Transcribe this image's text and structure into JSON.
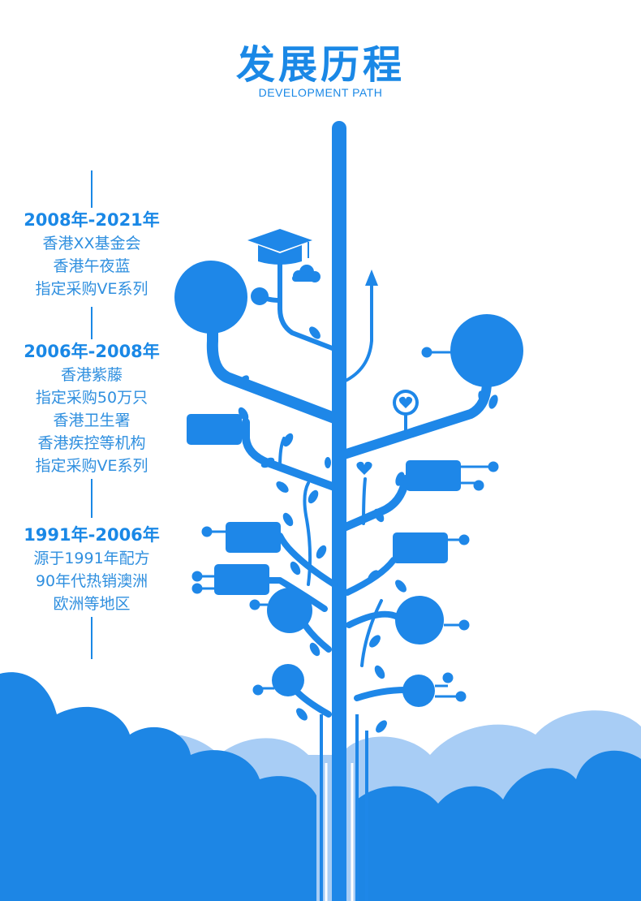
{
  "header": {
    "title": "发展历程",
    "subtitle": "DEVELOPMENT PATH"
  },
  "timeline": [
    {
      "years": "2008年-2021年",
      "lines": [
        "香港XX基金会",
        "香港午夜蓝",
        "指定采购VE系列"
      ]
    },
    {
      "years": "2006年-2008年",
      "lines": [
        "香港紫藤",
        "指定采购50万只",
        "香港卫生署",
        "香港疾控等机构",
        "指定采购VE系列"
      ]
    },
    {
      "years": "1991年-2006年",
      "lines": [
        "源于1991年配方",
        "90年代热销澳洲",
        "欧洲等地区"
      ]
    }
  ],
  "colors": {
    "primary": "#1a88e6",
    "tree": "#1e87e8",
    "cloud_dark": "#1d86e5",
    "cloud_light": "#a8cdf5"
  },
  "icons": [
    "graduation-cap-icon",
    "cloud-icon",
    "heart-icon",
    "arrow-up-icon"
  ]
}
